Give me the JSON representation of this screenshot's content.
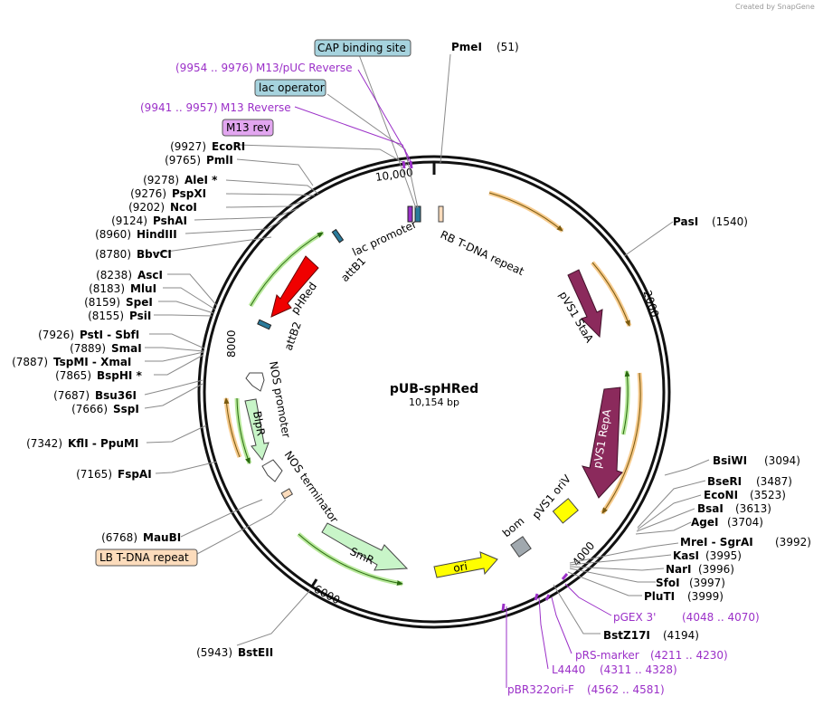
{
  "credit": "Created by SnapGene",
  "plasmid": {
    "name": "pUB-spHRed",
    "size": "10,154 bp"
  },
  "ticks": [
    "10,000",
    "2000",
    "4000",
    "6000",
    "8000"
  ],
  "sites": [
    {
      "name": "PmeI",
      "pos": "(51)"
    },
    {
      "name": "PasI",
      "pos": "(1540)"
    },
    {
      "name": "BsiWI",
      "pos": "(3094)"
    },
    {
      "name": "BseRI",
      "pos": "(3487)"
    },
    {
      "name": "EcoNI",
      "pos": "(3523)"
    },
    {
      "name": "BsaI",
      "pos": "(3613)"
    },
    {
      "name": "AgeI",
      "pos": "(3704)"
    },
    {
      "name": "MreI - SgrAI",
      "pos": "(3992)"
    },
    {
      "name": "KasI",
      "pos": "(3995)"
    },
    {
      "name": "NarI",
      "pos": "(3996)"
    },
    {
      "name": "SfoI",
      "pos": "(3997)"
    },
    {
      "name": "PluTI",
      "pos": "(3999)"
    },
    {
      "name": "BstZ17I",
      "pos": "(4194)"
    },
    {
      "name": "BstEII",
      "pos": "(5943)"
    },
    {
      "name": "MauBI",
      "pos": "(6768)"
    },
    {
      "name": "FspAI",
      "pos": "(7165)"
    },
    {
      "name": "KflI - PpuMI",
      "pos": "(7342)"
    },
    {
      "name": "SspI",
      "pos": "(7666)"
    },
    {
      "name": "Bsu36I",
      "pos": "(7687)"
    },
    {
      "name": "BspHI *",
      "pos": "(7865)"
    },
    {
      "name": "TspMI - XmaI",
      "pos": "(7887)"
    },
    {
      "name": "SmaI",
      "pos": "(7889)"
    },
    {
      "name": "PstI - SbfI",
      "pos": "(7926)"
    },
    {
      "name": "PsiI",
      "pos": "(8155)"
    },
    {
      "name": "SpeI",
      "pos": "(8159)"
    },
    {
      "name": "MluI",
      "pos": "(8183)"
    },
    {
      "name": "AscI",
      "pos": "(8238)"
    },
    {
      "name": "BbvCI",
      "pos": "(8780)"
    },
    {
      "name": "HindIII",
      "pos": "(8960)"
    },
    {
      "name": "PshAI",
      "pos": "(9124)"
    },
    {
      "name": "NcoI",
      "pos": "(9202)"
    },
    {
      "name": "PspXI",
      "pos": "(9276)"
    },
    {
      "name": "AleI *",
      "pos": "(9278)"
    },
    {
      "name": "PmlI",
      "pos": "(9765)"
    },
    {
      "name": "EcoRI",
      "pos": "(9927)"
    }
  ],
  "primers": [
    {
      "name": "M13/pUC Reverse",
      "pos": "(9954 .. 9976)"
    },
    {
      "name": "M13 Reverse",
      "pos": "(9941 .. 9957)"
    },
    {
      "name": "pGEX 3'",
      "pos": "(4048 .. 4070)"
    },
    {
      "name": "pRS-marker",
      "pos": "(4211 .. 4230)"
    },
    {
      "name": "L4440",
      "pos": "(4311 .. 4328)"
    },
    {
      "name": "pBR322ori-F",
      "pos": "(4562 .. 4581)"
    }
  ],
  "boxed_features": [
    {
      "label": "CAP binding site",
      "color": "#a6d3de"
    },
    {
      "label": "lac operator",
      "color": "#a6d3de"
    },
    {
      "label": "M13 rev",
      "color": "#e2a6f0"
    },
    {
      "label": "LB T-DNA repeat",
      "color": "#fcdcbc"
    }
  ],
  "features": {
    "lac_promoter": "lac promoter",
    "rb_tdna": "RB T-DNA repeat",
    "attb1": "attB1",
    "phred": "pHRed",
    "attb2": "attB2",
    "pvs1_stab": "pVS1 StaA",
    "pvs1_repa": "pVS1 RepA",
    "nos_promoter": "NOS promoter",
    "blpr": "BlpR",
    "nos_terminator": "NOS terminator",
    "smr": "SmR",
    "ori": "ori",
    "bom": "bom",
    "pvs1_oriv": "pVS1 oriV"
  },
  "colors": {
    "phred": "#f00000",
    "pvs1": "#8b2a5c",
    "marker": "#c8f5c8",
    "ori": "#ffff00",
    "bom": "#a0a8ae",
    "orange_arc": "#f0a030",
    "green_arc": "#3a9a10",
    "primer": "#9b30c8"
  }
}
